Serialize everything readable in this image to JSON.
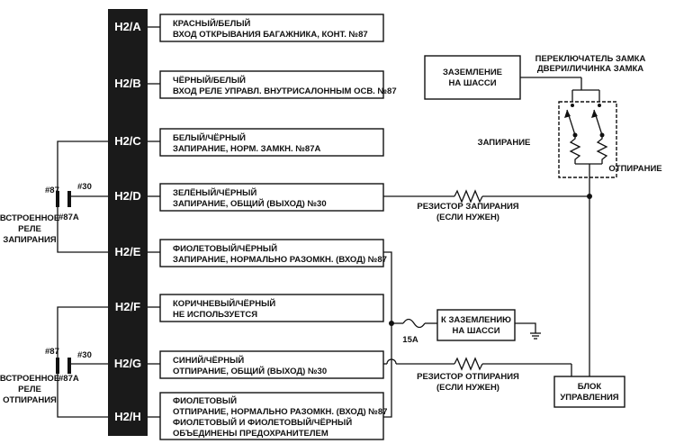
{
  "pins": [
    {
      "id": "H2/A",
      "color": "КРАСНЫЙ/БЕЛЫЙ",
      "desc": "ВХОД ОТКРЫВАНИЯ БАГАЖНИКА, КОНТ. №87"
    },
    {
      "id": "H2/B",
      "color": "ЧЁРНЫЙ/БЕЛЫЙ",
      "desc": "ВХОД РЕЛЕ УПРАВЛ. ВНУТРИСАЛОННЫМ ОСВ. №87"
    },
    {
      "id": "H2/C",
      "color": "БЕЛЫЙ/ЧЁРНЫЙ",
      "desc": "ЗАПИРАНИЕ, НОРМ. ЗАМКН. №87A"
    },
    {
      "id": "H2/D",
      "color": "ЗЕЛЁНЫЙ/ЧЁРНЫЙ",
      "desc": "ЗАПИРАНИЕ, ОБЩИЙ (ВЫХОД) №30"
    },
    {
      "id": "H2/E",
      "color": "ФИОЛЕТОВЫЙ/ЧЁРНЫЙ",
      "desc": "ЗАПИРАНИЕ, НОРМАЛЬНО РАЗОМКН. (ВХОД) №87"
    },
    {
      "id": "H2/F",
      "color": "КОРИЧНЕВЫЙ/ЧЁРНЫЙ",
      "desc": "НЕ ИСПОЛЬЗУЕТСЯ"
    },
    {
      "id": "H2/G",
      "color": "СИНИЙ/ЧЁРНЫЙ",
      "desc": "ОТПИРАНИЕ, ОБЩИЙ (ВЫХОД) №30"
    },
    {
      "id": "H2/H",
      "color": "ФИОЛЕТОВЫЙ",
      "desc": "ОТПИРАНИЕ, НОРМАЛЬНО РАЗОМКН. (ВХОД) №87",
      "desc2": "ФИОЛЕТОВЫЙ И ФИОЛЕТОВЫЙ/ЧЁРНЫЙ",
      "desc3": "ОБЪЕДИНЕНЫ ПРЕДОХРАНИТЕЛЕМ"
    }
  ],
  "relays": {
    "lock": {
      "t87": "#87",
      "t87a": "#87A",
      "t30": "#30",
      "line1": "ВСТРОЕННОЕ",
      "line2": "РЕЛЕ",
      "line3": "ЗАПИРАНИЯ"
    },
    "unlock": {
      "t87": "#87",
      "t87a": "#87A",
      "t30": "#30",
      "line1": "ВСТРОЕННОЕ",
      "line2": "РЕЛЕ",
      "line3": "ОТПИРАНИЯ"
    }
  },
  "chassis_ground_box": {
    "line1": "ЗАЗЕМЛЕНИЕ",
    "line2": "НА ШАССИ"
  },
  "switch_label": {
    "line1": "ПЕРЕКЛЮЧАТЕЛЬ ЗАМКА",
    "line2": "ДВЕРИ/ЛИЧИНКА ЗАМКА"
  },
  "lock_label": "ЗАПИРАНИЕ",
  "unlock_label": "ОТПИРАНИЕ",
  "lock_resistor": {
    "line1": "РЕЗИСТОР ЗАПИРАНИЯ",
    "line2": "(ЕСЛИ НУЖЕН)"
  },
  "unlock_resistor": {
    "line1": "РЕЗИСТОР ОТПИРАНИЯ",
    "line2": "(ЕСЛИ НУЖЕН)"
  },
  "fuse_label": "15A",
  "ground_box": {
    "line1": "К ЗАЗЕМЛЕНИЮ",
    "line2": "НА ШАССИ"
  },
  "control_unit": {
    "line1": "БЛОК",
    "line2": "УПРАВЛЕНИЯ"
  }
}
